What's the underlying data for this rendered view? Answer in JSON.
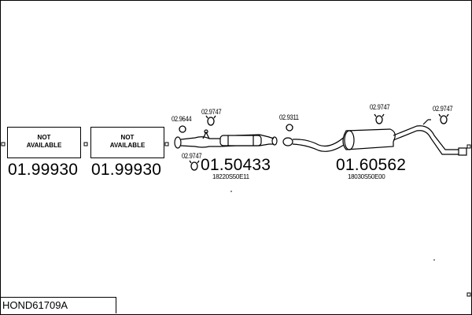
{
  "placeholders": [
    {
      "line1": "NOT",
      "line2": "AVAILABLE"
    },
    {
      "line1": "NOT",
      "line2": "AVAILABLE"
    }
  ],
  "part_numbers": [
    "01.99930",
    "01.99930",
    "01.50433",
    "01.60562"
  ],
  "oem_numbers": [
    "18220S50E11",
    "18030S50E00"
  ],
  "fitting_refs": [
    "02.9644",
    "02.9747",
    "02.9747",
    "02.9311",
    "02.9747",
    "02.9747"
  ],
  "title": "HOND61709A"
}
